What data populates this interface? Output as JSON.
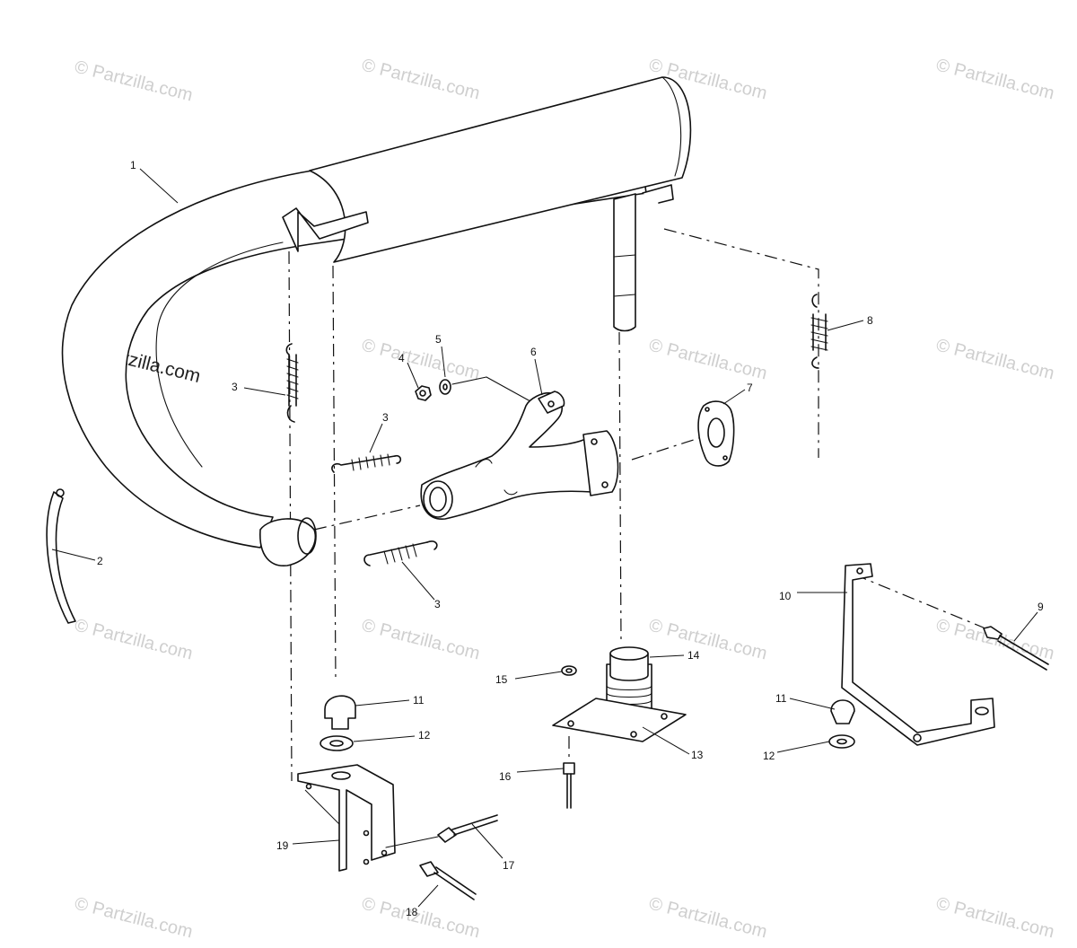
{
  "watermark": {
    "text": "© Partzilla.com",
    "strong_text": "© Partzilla.com"
  },
  "callouts": {
    "c1": "1",
    "c2": "2",
    "c3a": "3",
    "c3b": "3",
    "c3c": "3",
    "c4": "4",
    "c5": "5",
    "c6": "6",
    "c7": "7",
    "c8": "8",
    "c9": "9",
    "c10": "10",
    "c11a": "11",
    "c11b": "11",
    "c12a": "12",
    "c12b": "12",
    "c13": "13",
    "c14": "14",
    "c15": "15",
    "c16": "16",
    "c17": "17",
    "c18": "18",
    "c19": "19"
  },
  "colors": {
    "line": "#111111",
    "watermark": "#cfcfcf",
    "background": "#ffffff"
  }
}
